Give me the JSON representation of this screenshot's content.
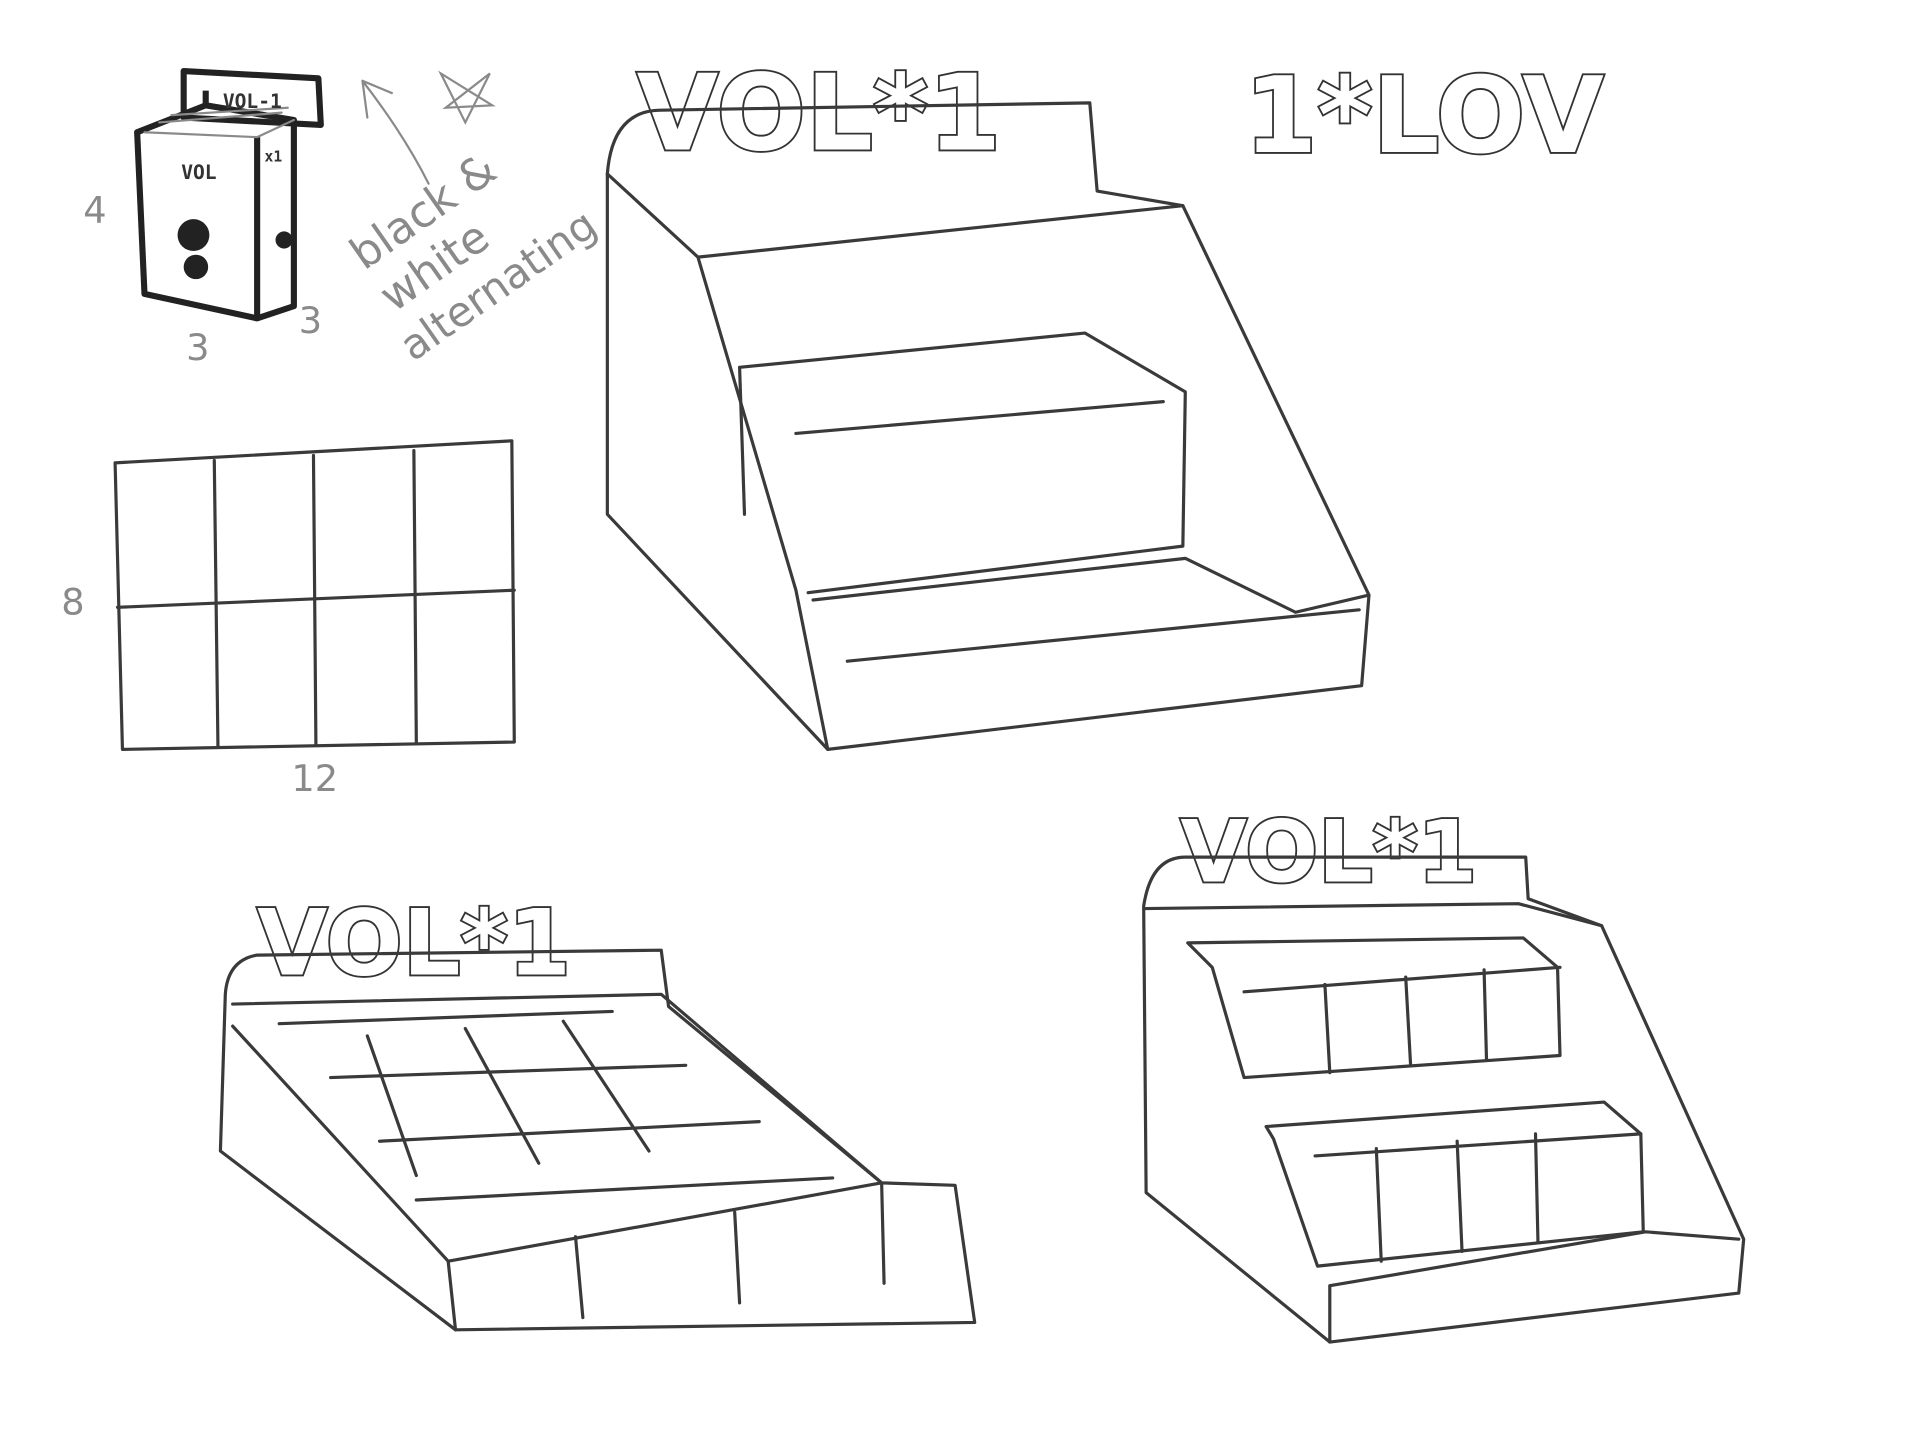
{
  "sketch": {
    "small_box": {
      "top_label": "VOL-1",
      "front_label": "VOL",
      "side_label": "x1",
      "height_dim": "4",
      "width_dim": "3",
      "depth_dim": "3"
    },
    "note": {
      "line1": "black &",
      "line2": "white",
      "line3": "alternating"
    },
    "grid": {
      "rows": 2,
      "cols": 4,
      "height_dim": "8",
      "width_dim": "12"
    },
    "logo_main": "VOL*1",
    "logo_reversed": "1*LOV",
    "logo_flat_tray": "VOL*1",
    "logo_stepped": "VOL*1",
    "stroke_color": "#3a3a3a",
    "background": "#ffffff"
  }
}
